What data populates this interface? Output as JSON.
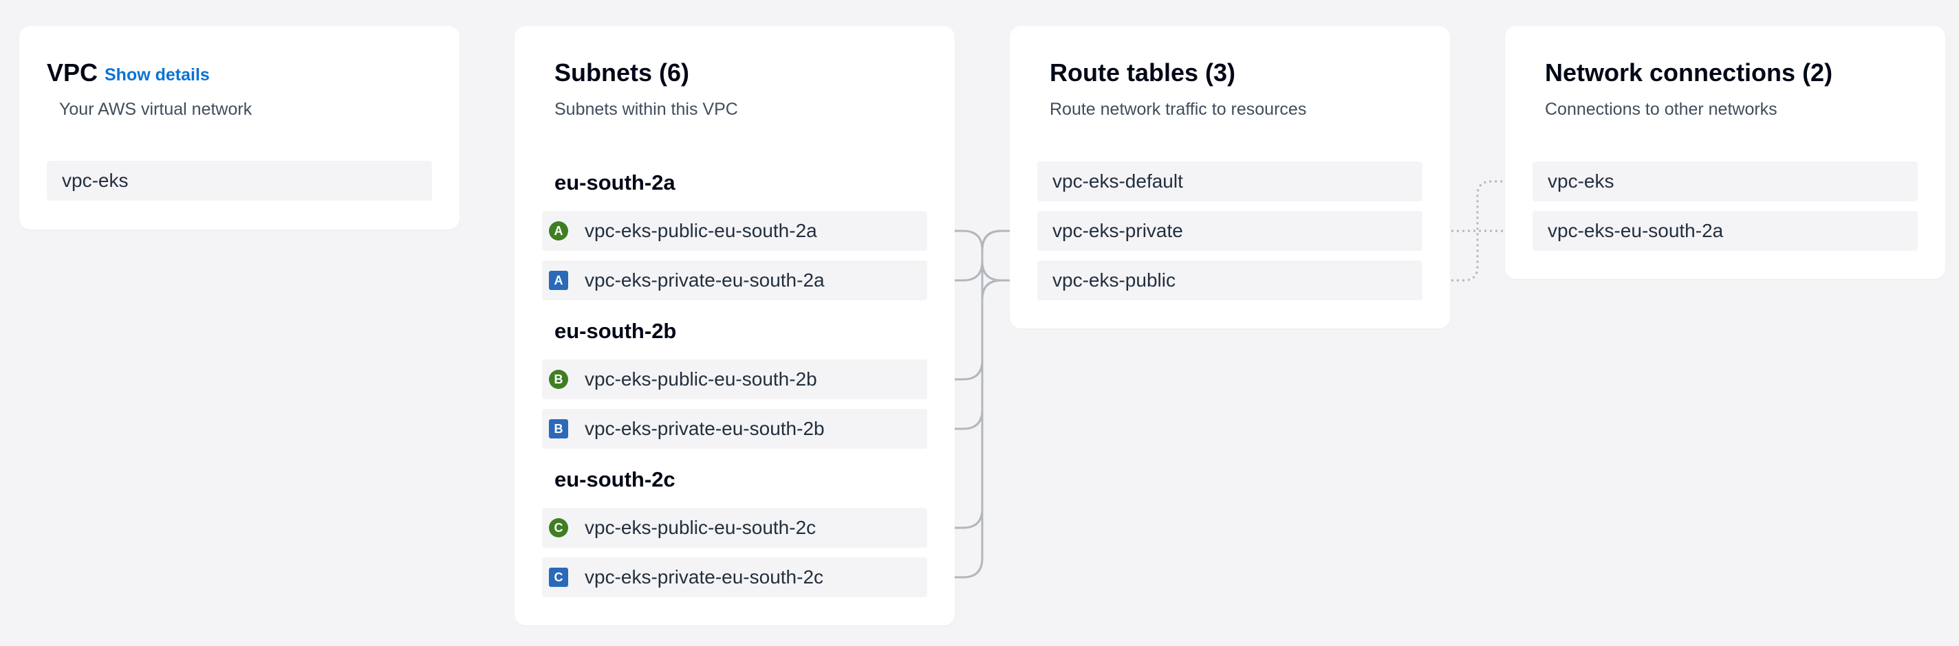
{
  "vpc": {
    "title": "VPC",
    "show_details": "Show details",
    "subtitle": "Your AWS virtual network",
    "items": [
      "vpc-eks"
    ]
  },
  "subnets": {
    "title": "Subnets (6)",
    "subtitle": "Subnets within this VPC",
    "groups": [
      {
        "name": "eu-south-2a",
        "items": [
          {
            "badge": "A",
            "kind": "public",
            "label": "vpc-eks-public-eu-south-2a"
          },
          {
            "badge": "A",
            "kind": "private",
            "label": "vpc-eks-private-eu-south-2a"
          }
        ]
      },
      {
        "name": "eu-south-2b",
        "items": [
          {
            "badge": "B",
            "kind": "public",
            "label": "vpc-eks-public-eu-south-2b"
          },
          {
            "badge": "B",
            "kind": "private",
            "label": "vpc-eks-private-eu-south-2b"
          }
        ]
      },
      {
        "name": "eu-south-2c",
        "items": [
          {
            "badge": "C",
            "kind": "public",
            "label": "vpc-eks-public-eu-south-2c"
          },
          {
            "badge": "C",
            "kind": "private",
            "label": "vpc-eks-private-eu-south-2c"
          }
        ]
      }
    ]
  },
  "route_tables": {
    "title": "Route tables (3)",
    "subtitle": "Route network traffic to resources",
    "items": [
      "vpc-eks-default",
      "vpc-eks-private",
      "vpc-eks-public"
    ]
  },
  "network_connections": {
    "title": "Network connections (2)",
    "subtitle": "Connections to other networks",
    "items": [
      "vpc-eks",
      "vpc-eks-eu-south-2a"
    ]
  },
  "colors": {
    "public_badge": "#3f7e23",
    "private_badge": "#2a6ab8",
    "link": "#0972d3",
    "connector": "#aab7b8"
  }
}
